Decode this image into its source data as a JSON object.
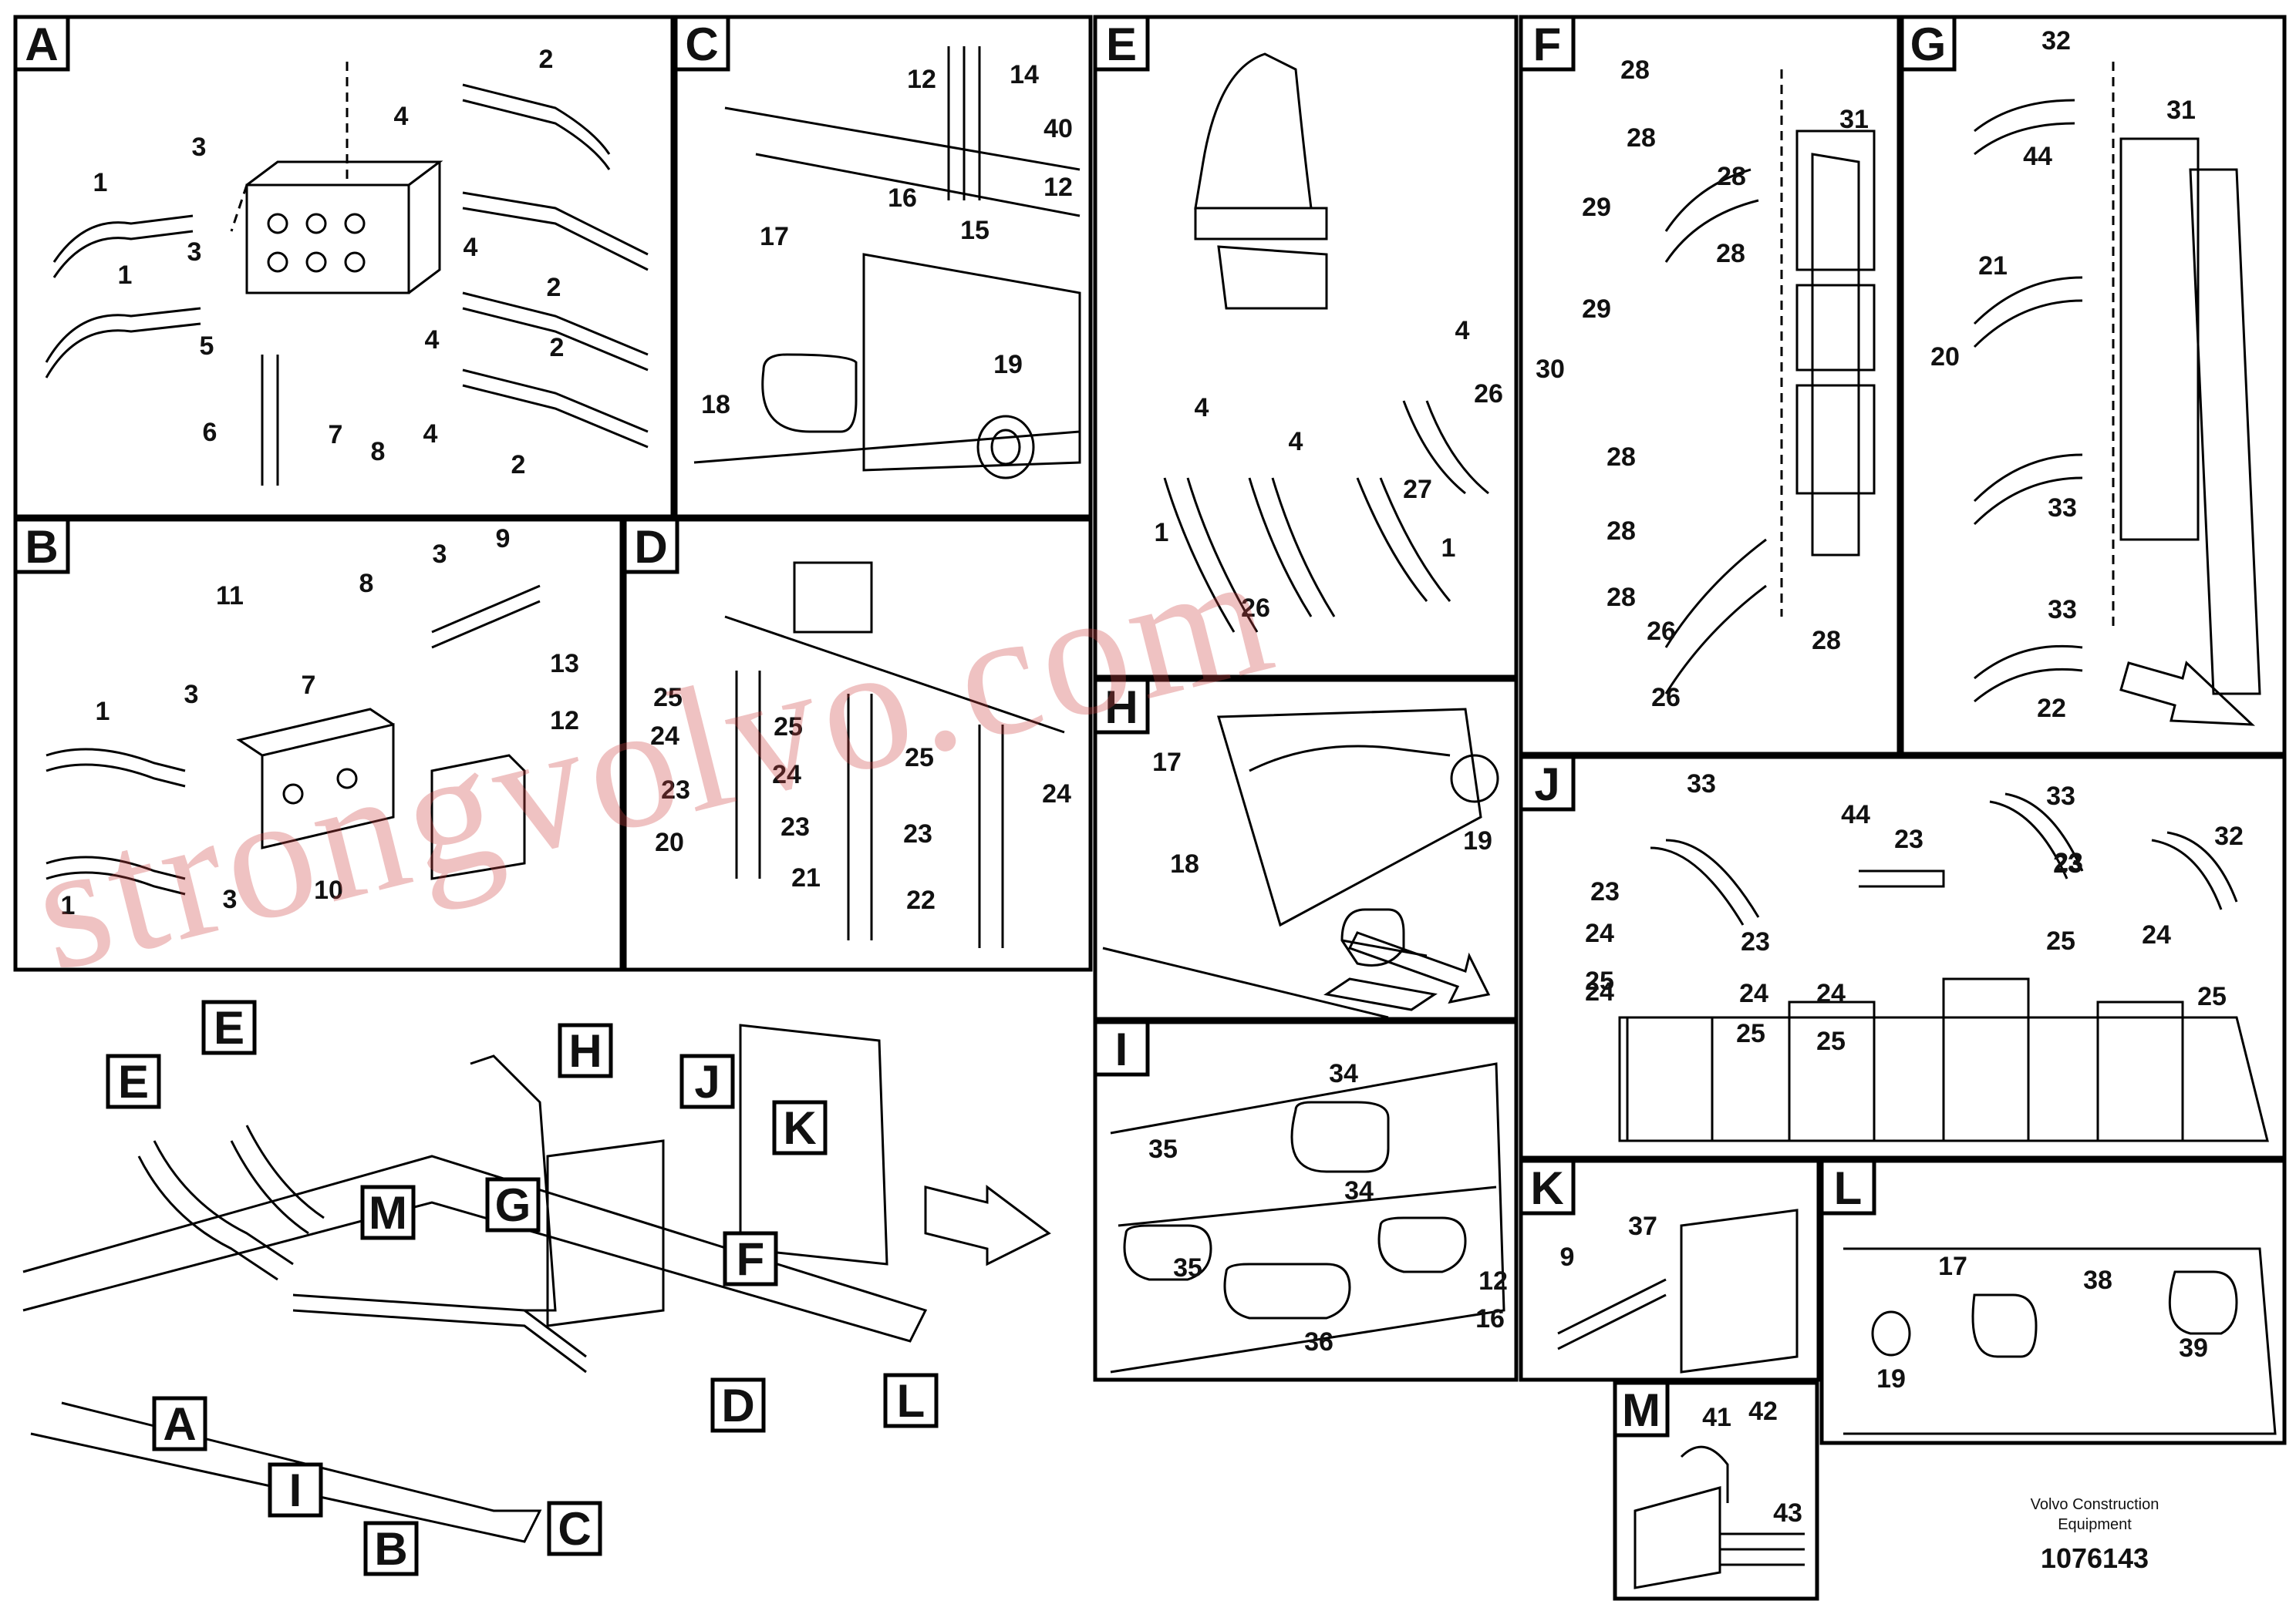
{
  "drawing": {
    "maker_line1": "Volvo Construction",
    "maker_line2": "Equipment",
    "number": "1076143"
  },
  "watermark": "strongvolvo.com",
  "panels": {
    "A": {
      "label": "A",
      "callouts": [
        "1",
        "3",
        "1",
        "3",
        "5",
        "6",
        "7",
        "8",
        "4",
        "2",
        "4",
        "2",
        "4",
        "2",
        "4",
        "2"
      ]
    },
    "B": {
      "label": "B",
      "callouts": [
        "11",
        "8",
        "3",
        "9",
        "7",
        "13",
        "12",
        "1",
        "3",
        "1",
        "3",
        "10"
      ]
    },
    "C": {
      "label": "C",
      "callouts": [
        "12",
        "14",
        "40",
        "12",
        "16",
        "15",
        "17",
        "18",
        "19"
      ]
    },
    "D": {
      "label": "D",
      "callouts": [
        "25",
        "24",
        "23",
        "20",
        "25",
        "24",
        "23",
        "21",
        "25",
        "24",
        "23",
        "22"
      ]
    },
    "E": {
      "label": "E",
      "callouts": [
        "4",
        "4",
        "4",
        "26",
        "27",
        "1",
        "1",
        "26"
      ]
    },
    "F": {
      "label": "F",
      "callouts": [
        "28",
        "28",
        "31",
        "29",
        "28",
        "29",
        "28",
        "30",
        "28",
        "28",
        "28",
        "26",
        "28",
        "26"
      ]
    },
    "G": {
      "label": "G",
      "callouts": [
        "32",
        "31",
        "44",
        "21",
        "20",
        "33",
        "33",
        "22"
      ]
    },
    "H": {
      "label": "H",
      "callouts": [
        "17",
        "18",
        "19"
      ]
    },
    "I": {
      "label": "I",
      "callouts": [
        "34",
        "35",
        "34",
        "35",
        "12",
        "16",
        "36"
      ]
    },
    "J": {
      "label": "J",
      "callouts": [
        "33",
        "44",
        "33",
        "32",
        "23",
        "23",
        "23",
        "23",
        "24",
        "24",
        "24",
        "24",
        "25",
        "25",
        "25",
        "25",
        "23",
        "24",
        "25"
      ]
    },
    "K": {
      "label": "K",
      "callouts": [
        "37",
        "9"
      ]
    },
    "L": {
      "label": "L",
      "callouts": [
        "17",
        "38",
        "19",
        "39"
      ]
    },
    "M": {
      "label": "M",
      "callouts": [
        "41",
        "42",
        "43"
      ]
    }
  },
  "overview_keys": [
    "E",
    "E",
    "H",
    "J",
    "K",
    "M",
    "G",
    "F",
    "A",
    "D",
    "L",
    "I",
    "B",
    "C"
  ]
}
